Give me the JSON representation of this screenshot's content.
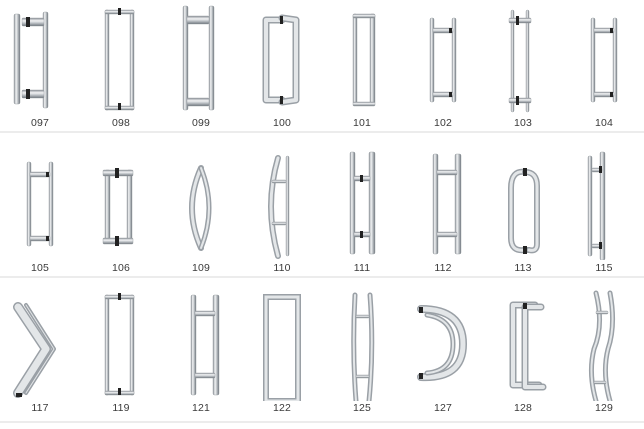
{
  "catalog": {
    "rows": [
      {
        "items": [
          {
            "code": "097",
            "shape": "round-standoff-big"
          },
          {
            "code": "098",
            "shape": "square-frame-thin"
          },
          {
            "code": "099",
            "shape": "h-ladder-blocks"
          },
          {
            "code": "100",
            "shape": "d-frame-bent"
          },
          {
            "code": "101",
            "shape": "square-frame-offset"
          },
          {
            "code": "102",
            "shape": "h-ladder-square"
          },
          {
            "code": "103",
            "shape": "h-ladder-ends"
          },
          {
            "code": "104",
            "shape": "h-ladder-square"
          }
        ]
      },
      {
        "items": [
          {
            "code": "105",
            "shape": "h-ladder-square"
          },
          {
            "code": "106",
            "shape": "round-double"
          },
          {
            "code": "109",
            "shape": "lens"
          },
          {
            "code": "110",
            "shape": "bow"
          },
          {
            "code": "111",
            "shape": "h-ladder-round"
          },
          {
            "code": "112",
            "shape": "h-ladder-plain"
          },
          {
            "code": "113",
            "shape": "d-loop"
          },
          {
            "code": "115",
            "shape": "h-ladder-offset"
          }
        ]
      },
      {
        "items": [
          {
            "code": "117",
            "shape": "chevron"
          },
          {
            "code": "119",
            "shape": "square-frame-thin"
          },
          {
            "code": "121",
            "shape": "h-ladder-plain"
          },
          {
            "code": "122",
            "shape": "square-frame-wide"
          },
          {
            "code": "125",
            "shape": "curved-ladder"
          },
          {
            "code": "127",
            "shape": "crescent"
          },
          {
            "code": "128",
            "shape": "double-u"
          },
          {
            "code": "129",
            "shape": "wave-ladder"
          }
        ]
      }
    ],
    "colors": {
      "metal_light": "#e6e8ea",
      "metal_mid": "#b9bec3",
      "metal_dark": "#7e858c",
      "fitting": "#222222",
      "divider": "#ececec",
      "label": "#3a3a3a"
    }
  }
}
